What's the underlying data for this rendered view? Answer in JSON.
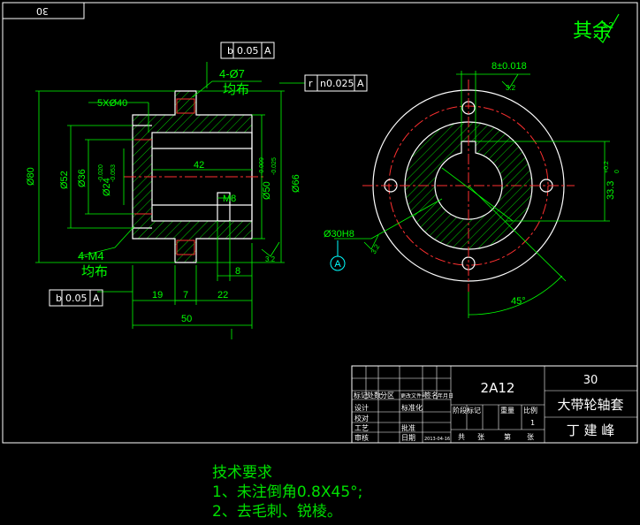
{
  "sheet": {
    "tab_label": "30",
    "roughness_note": "其余",
    "roughness_value": "3.2"
  },
  "front_view": {
    "tol_b_1": "b",
    "tol_b_1_val": "0.05",
    "tol_b_1_ref": "A",
    "holes_4_d7": "4-Ø7",
    "holes_4_d7_dist": "均布",
    "tol_r": "r",
    "tol_r_val": "n0.025",
    "tol_r_ref": "A",
    "holes_5_d40": "5XØ40",
    "dia_80": "Ø80",
    "dia_52": "Ø52",
    "dia_36": "Ø36",
    "dia_24": "Ø24",
    "dia_24_tol_up": "-0.020",
    "dia_24_tol_low": "-0.053",
    "dim_42": "42",
    "thread_m8": "M8",
    "dia_50": "Ø50",
    "dia_50_tol_up": "-0.009",
    "dia_50_tol_low": "-0.025",
    "dia_66": "Ø66",
    "rough_front": "3.2",
    "dim_8": "8",
    "holes_4_m4": "4-M4",
    "holes_4_m4_dist": "均布",
    "tol_b_2": "b",
    "tol_b_2_val": "0.05",
    "tol_b_2_ref": "A",
    "dim_19": "19",
    "dim_7": "7",
    "dim_22": "22",
    "dim_50": "50"
  },
  "side_view": {
    "key_width": "8±0.018",
    "key_rough": "3.2",
    "key_depth": "33.3",
    "key_depth_up": "+0.2",
    "key_depth_low": "0",
    "bore": "Ø30H8",
    "bore_rough": "3.2",
    "datum": "A",
    "angle": "45°"
  },
  "title_block": {
    "material": "2A12",
    "code": "30",
    "part_name": "大带轮轴套",
    "designer": "丁 建 峰",
    "labels": {
      "mark": "标记",
      "count": "处数",
      "zone": "分区",
      "change_doc": "更改文件号",
      "sign": "签名",
      "date": "年月日",
      "design": "设计",
      "standard": "标准化",
      "check": "校对",
      "process": "工艺",
      "audit": "审核",
      "approve": "批准",
      "stage_mark": "阶段标记",
      "weight": "重量",
      "scale": "比例",
      "scale_val": "1",
      "total": "共",
      "sheets": "张",
      "page": "第",
      "date2": "日期",
      "date_val": "2013-04-16"
    }
  },
  "tech_notes": {
    "title": "技术要求",
    "note1": "1、未注倒角0.8X45°;",
    "note2": "2、去毛刺、锐棱。"
  }
}
